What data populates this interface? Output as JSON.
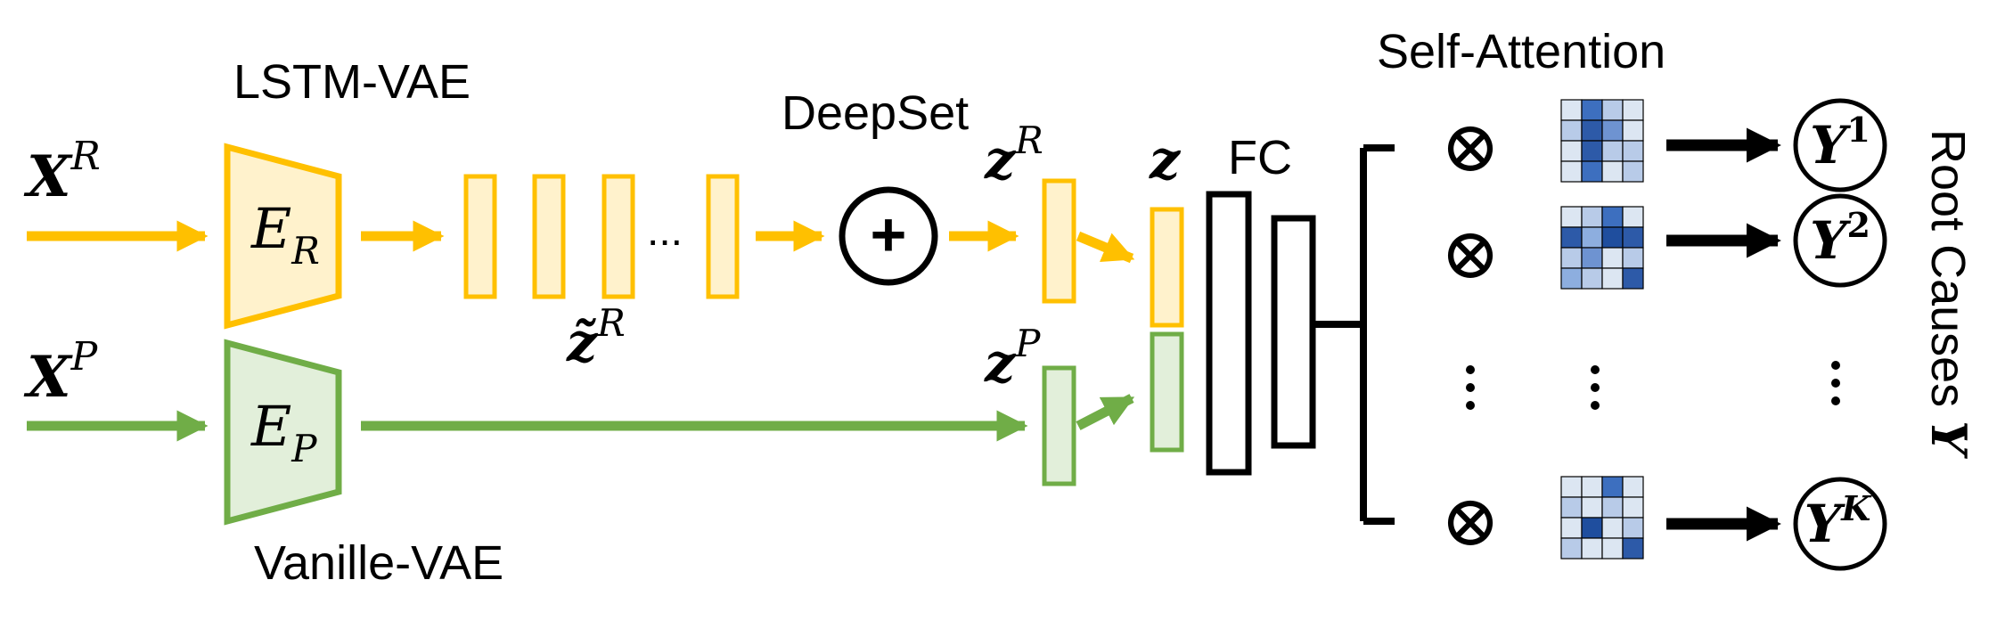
{
  "labels": {
    "lstm_vae": "LSTM-VAE",
    "vanille_vae": "Vanille-VAE",
    "deepset": "DeepSet",
    "fc": "FC",
    "self_attention": "Self-Attention",
    "root_causes": "Root Causes ",
    "root_causes_symbol": "Y",
    "ellipsis": "..."
  },
  "math": {
    "xr_base": "X",
    "xr_sup": "R",
    "xp_base": "X",
    "xp_sup": "P",
    "er_base": "E",
    "er_sub": "R",
    "ep_base": "E",
    "ep_sub": "P",
    "ztilde_base": "z̃",
    "ztilde_sup": "R",
    "zr_base": "z",
    "zr_sup": "R",
    "zp_base": "z",
    "zp_sup": "P",
    "z": "z",
    "sum_symbol": "+",
    "otimes_symbol": "⊗"
  },
  "outputs": [
    {
      "base": "Y",
      "sup": "1"
    },
    {
      "base": "Y",
      "sup": "2"
    },
    {
      "base": "Y",
      "sup": "K"
    }
  ],
  "colors": {
    "yellow_stroke": "#FFC000",
    "yellow_fill": "#FFF2CC",
    "green_stroke": "#70AD47",
    "green_fill": "#E2EFDA",
    "black": "#000000"
  },
  "attention_maps": [
    [
      "#dce6f2",
      "#3d6fbf",
      "#b8cbe8",
      "#dce6f2",
      "#b8cbe8",
      "#2d5aa8",
      "#6e93d1",
      "#dce6f2",
      "#dce6f2",
      "#2d5aa8",
      "#b8cbe8",
      "#b8cbe8",
      "#dce6f2",
      "#3d6fbf",
      "#dce6f2",
      "#b8cbe8"
    ],
    [
      "#dce6f2",
      "#b8cbe8",
      "#3d6fbf",
      "#dce6f2",
      "#2d5aa8",
      "#8daedf",
      "#1f4e9e",
      "#2d5aa8",
      "#b8cbe8",
      "#6e93d1",
      "#dce6f2",
      "#b8cbe8",
      "#8daedf",
      "#b8cbe8",
      "#dce6f2",
      "#2d5aa8"
    ],
    [
      "#dce6f2",
      "#dce6f2",
      "#3d6fbf",
      "#dce6f2",
      "#b8cbe8",
      "#dce6f2",
      "#b8cbe8",
      "#dce6f2",
      "#dce6f2",
      "#1f4e9e",
      "#dce6f2",
      "#b8cbe8",
      "#b8cbe8",
      "#dce6f2",
      "#dce6f2",
      "#2d5aa8"
    ]
  ]
}
